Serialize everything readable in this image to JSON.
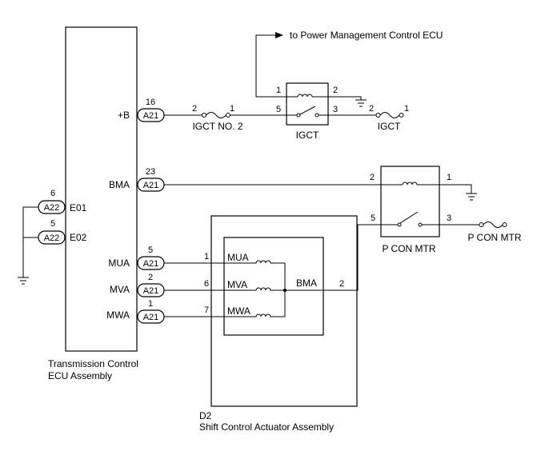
{
  "ecu": {
    "name_line1": "Transmission Control",
    "name_line2": "ECU Assembly",
    "pins": [
      {
        "label": "+B",
        "connector": "A21",
        "pin": "16"
      },
      {
        "label": "BMA",
        "connector": "A21",
        "pin": "23"
      },
      {
        "label": "MUA",
        "connector": "A21",
        "pin": "5"
      },
      {
        "label": "MVA",
        "connector": "A21",
        "pin": "2"
      },
      {
        "label": "MWA",
        "connector": "A21",
        "pin": "1"
      }
    ],
    "ground_pins": [
      {
        "label": "E01",
        "connector": "A22",
        "pin": "6"
      },
      {
        "label": "E02",
        "connector": "A22",
        "pin": "5"
      }
    ]
  },
  "fuse_igct_no2": {
    "label": "IGCT NO. 2",
    "pin_in": "2",
    "pin_out": "1"
  },
  "relay_igct": {
    "label": "IGCT",
    "pins": [
      "1",
      "2",
      "5",
      "3"
    ]
  },
  "fuse_igct": {
    "label": "IGCT",
    "pin_in": "2",
    "pin_out": "1"
  },
  "power_mgmt_note": "to Power Management Control ECU",
  "relay_pcon": {
    "label": "P CON MTR",
    "pins": [
      "2",
      "1",
      "5",
      "3"
    ]
  },
  "fuse_pcon": {
    "label": "P CON MTR"
  },
  "actuator": {
    "code": "D2",
    "name": "Shift Control Actuator Assembly",
    "coils": [
      {
        "label": "MUA",
        "pin": "1"
      },
      {
        "label": "MVA",
        "pin": "6"
      },
      {
        "label": "MWA",
        "pin": "7"
      }
    ],
    "common_label": "BMA",
    "common_pin": "2"
  }
}
